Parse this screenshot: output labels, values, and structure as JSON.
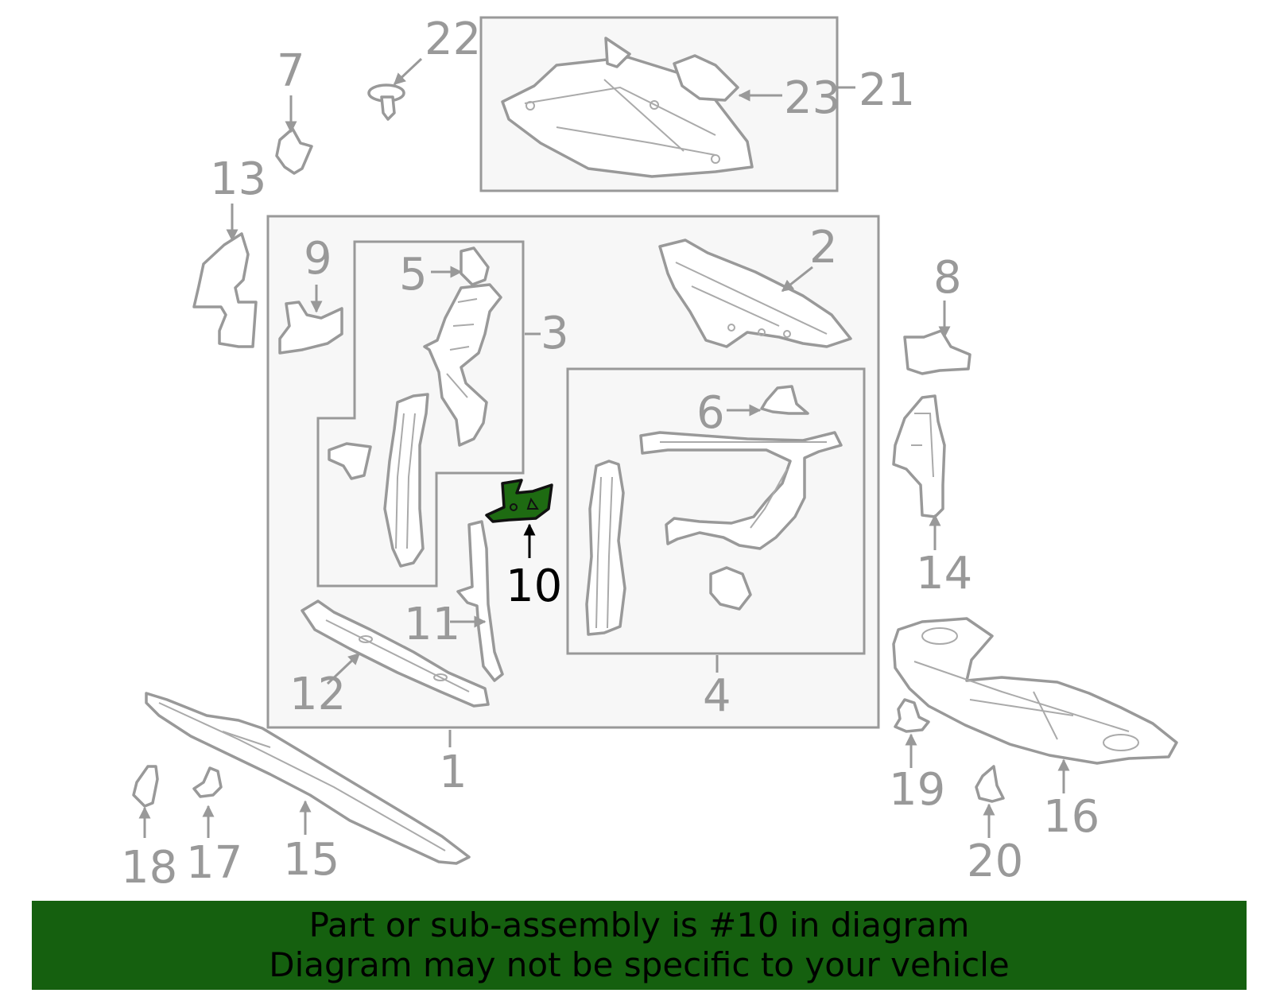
{
  "highlight": {
    "part_number": "10",
    "color": "#1e6b12"
  },
  "banner": {
    "line1": "Part or sub-assembly is #10 in diagram",
    "line2": "Diagram may not be specific to your vehicle",
    "background": "#15600f"
  },
  "labels": {
    "p1": "1",
    "p2": "2",
    "p3": "3",
    "p4": "4",
    "p5": "5",
    "p6": "6",
    "p7": "7",
    "p8": "8",
    "p9": "9",
    "p10": "10",
    "p11": "11",
    "p12": "12",
    "p13": "13",
    "p14": "14",
    "p15": "15",
    "p16": "16",
    "p17": "17",
    "p18": "18",
    "p19": "19",
    "p20": "20",
    "p21": "21",
    "p22": "22",
    "p23": "23"
  }
}
